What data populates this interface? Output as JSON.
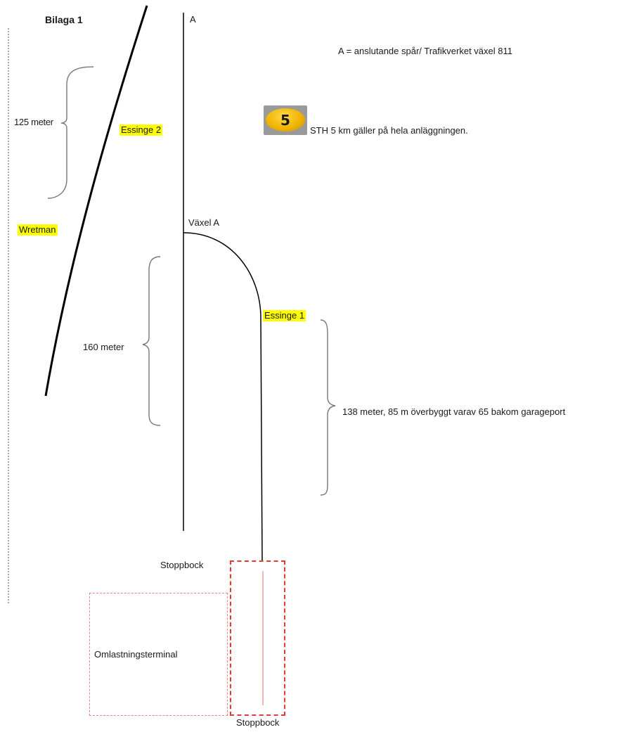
{
  "title": "Bilaga 1",
  "legend": {
    "track_key": "A = anslutande spår/ Trafikverket växel 811",
    "speed_sign_value": "5",
    "speed_note": "STH 5 km gäller på hela anläggningen."
  },
  "labels": {
    "track_a": "A",
    "switch_a": "Växel A",
    "essinge2": "Essinge 2",
    "essinge1": "Essinge 1",
    "wretman": "Wretman",
    "terminal": "Omlastningsterminal",
    "stoppbock_top": "Stoppbock",
    "stoppbock_bottom": "Stoppbock"
  },
  "measurements": {
    "wretman": "125 meter",
    "track_a": "160 meter",
    "essinge1": "138 meter, 85 m överbyggt varav 65 bakom garageport"
  },
  "colors": {
    "highlight": "#ffff00",
    "terminal_outline": "#e8877f",
    "stop_outline": "#e23a30",
    "sign": "#f0b400"
  }
}
